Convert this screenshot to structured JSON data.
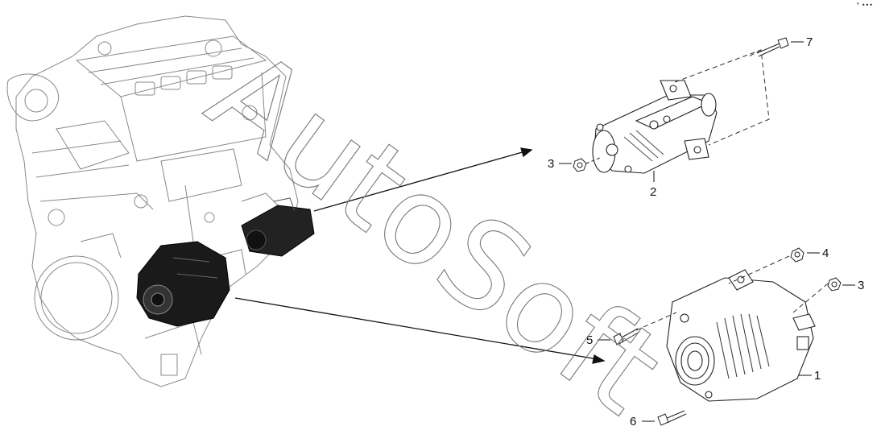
{
  "watermark": "AutoSoft",
  "corner_mark": "° •••",
  "callouts": {
    "c1": "1",
    "c2": "2",
    "c3a": "3",
    "c3b": "3",
    "c4": "4",
    "c5": "5",
    "c6": "6",
    "c7": "7"
  },
  "parts": {
    "alternator": "alternator-icon",
    "starter": "starter-motor-icon",
    "engine": "engine-block-icon"
  }
}
